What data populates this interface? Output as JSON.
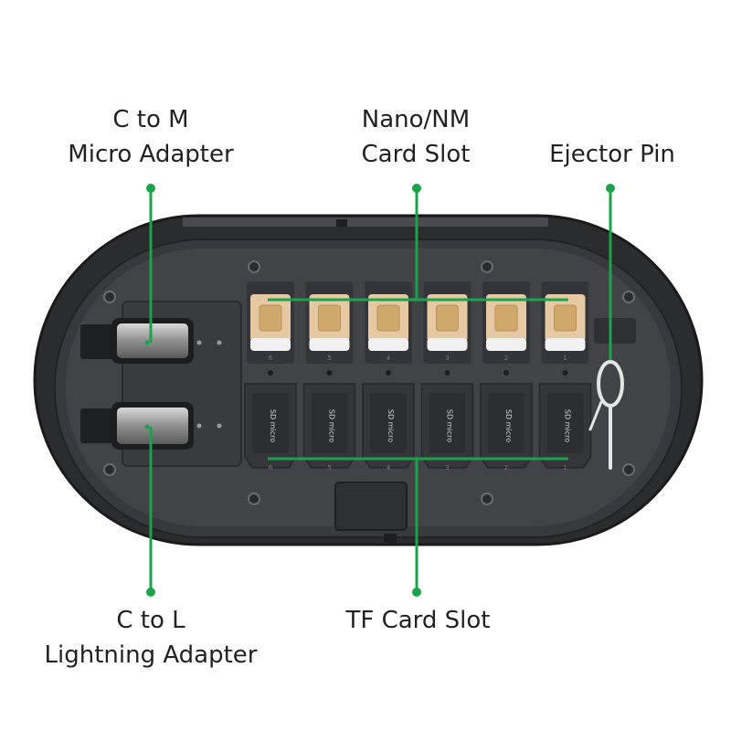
{
  "callouts": {
    "c_to_m": {
      "line1": "C to M",
      "line2": "Micro Adapter"
    },
    "nano": {
      "line1": "Nano/NM",
      "line2": "Card Slot"
    },
    "ejector": {
      "line1": "Ejector Pin"
    },
    "c_to_l": {
      "line1": "C to L",
      "line2": "Lightning Adapter"
    },
    "tf": {
      "line1": "TF Card Slot"
    }
  },
  "colors": {
    "callout_line": "#1aa34a",
    "case_outer": "#2b2c2e",
    "case_inner": "#3a3b3e",
    "tray": "#45464a",
    "sim_card": "#e6c9a2",
    "tf_card": "#2d2e31"
  },
  "sim_slot_numbers": [
    "6",
    "5",
    "4",
    "3",
    "2",
    "1"
  ],
  "tf_slot_numbers": [
    "6",
    "5",
    "4",
    "3",
    "2",
    "1"
  ],
  "tf_card_text": "SD micro"
}
